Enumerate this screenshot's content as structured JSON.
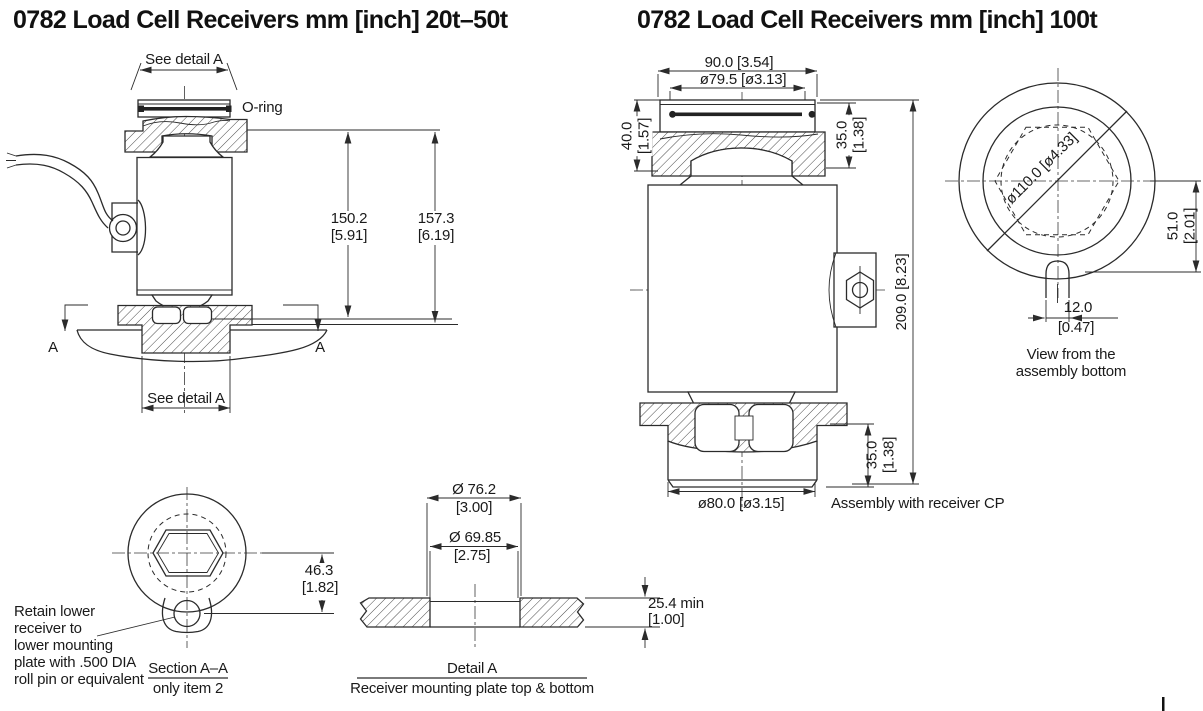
{
  "left": {
    "title": "0782 Load Cell Receivers mm [inch] 20t–50t",
    "detail_top": "See detail A",
    "oring": "O-ring",
    "detail_bottom": "See detail A",
    "sec_a_left": "A",
    "sec_a_right": "A",
    "h1_mm": "150.2",
    "h1_in": "[5.91]",
    "h2_mm": "157.3",
    "h2_in": "[6.19]"
  },
  "section_aa": {
    "d_mm": "46.3",
    "d_in": "[1.82]",
    "note": "Retain lower\nreceiver to\nlower mounting\nplate with .500 DIA\nroll pin or equivalent",
    "title": "Section A–A",
    "subtitle": "only item 2"
  },
  "detail_a": {
    "outer_mm": "Ø 76.2",
    "outer_in": "[3.00]",
    "inner_mm": "Ø 69.85",
    "inner_in": "[2.75]",
    "thick_mm": "25.4 min",
    "thick_in": "[1.00]",
    "title": "Detail A",
    "subtitle": "Receiver mounting plate top & bottom"
  },
  "right": {
    "title": "0782 Load Cell Receivers mm [inch] 100t",
    "w_top": "90.0 [3.54]",
    "dia_top": "ø79.5 [ø3.13]",
    "h_upper": "40.0\n[1.57]",
    "h_recv_top": "35.0\n[1.38]",
    "h_overall": "209.0 [8.23]",
    "h_recv_bottom": "35.0\n[1.38]",
    "dia_bottom": "ø80.0 [ø3.15]",
    "caption": "Assembly with receiver CP"
  },
  "bottom_view": {
    "dia": "ø110.0 [ø4.33]",
    "h": "51.0 [2.01]",
    "tab_mm": "12.0",
    "tab_in": "[0.47]",
    "caption": "View from the assembly bottom"
  }
}
